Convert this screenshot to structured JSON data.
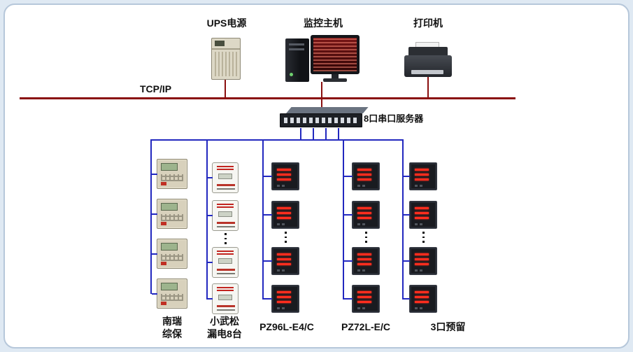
{
  "colors": {
    "bus": "#8a0f0f",
    "line": "#2228bf",
    "label": "#111111"
  },
  "bus": {
    "label": "TCP/IP"
  },
  "server": {
    "label": "8口串口服务器"
  },
  "top_devices": [
    {
      "id": "ups",
      "label": "UPS电源"
    },
    {
      "id": "monitor-host",
      "label": "监控主机"
    },
    {
      "id": "printer",
      "label": "打印机"
    }
  ],
  "columns": [
    {
      "id": "nanrui-relay",
      "label_line1": "南瑞",
      "label_line2": "综保",
      "visible_devices": 4,
      "has_ellipsis": false
    },
    {
      "id": "xiaowusong-leakage",
      "label_line1": "小武松",
      "label_line2": "漏电8台",
      "visible_devices": 4,
      "has_ellipsis": true
    },
    {
      "id": "pz96l-meter",
      "label_line1": "PZ96L-E4/C",
      "label_line2": "",
      "visible_devices": 4,
      "has_ellipsis": true
    },
    {
      "id": "pz72l-meter",
      "label_line1": "PZ72L-E/C",
      "label_line2": "",
      "visible_devices": 4,
      "has_ellipsis": true
    },
    {
      "id": "reserved-ports",
      "label_line1": "3口预留",
      "label_line2": "",
      "visible_devices": 4,
      "has_ellipsis": true
    }
  ]
}
